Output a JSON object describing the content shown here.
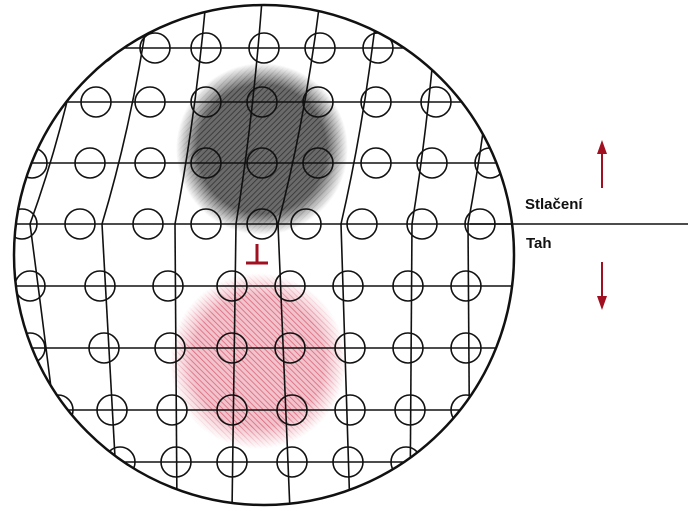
{
  "labels": {
    "compression": "Stlačení",
    "tension": "Tah"
  },
  "colors": {
    "compression_zone": "#4a4a4a",
    "tension_zone": "#d9667a",
    "arrow": "#a01020",
    "dislocation_symbol": "#a01020",
    "grid": "#111111"
  },
  "grid": {
    "rows": 8,
    "columns": 8
  },
  "symbols": {
    "dislocation": "edge-dislocation-symbol"
  }
}
